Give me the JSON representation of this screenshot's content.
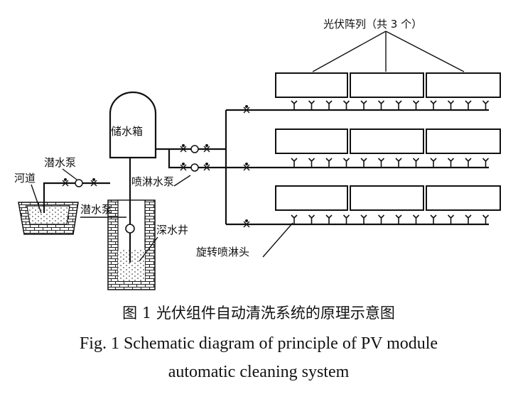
{
  "labels": {
    "pv_array": "光伏阵列（共 3 个）",
    "tank": "储水箱",
    "pump_river": "潜水泵",
    "river": "河道",
    "spray_pump": "喷淋水泵",
    "pump_well": "潜水泵",
    "well": "深水井",
    "nozzle": "旋转喷淋头"
  },
  "caption": {
    "cn": "图 1  光伏组件自动清洗系统的原理示意图",
    "en_line1": "Fig. 1  Schematic diagram of principle of PV module",
    "en_line2": "automatic cleaning system"
  }
}
